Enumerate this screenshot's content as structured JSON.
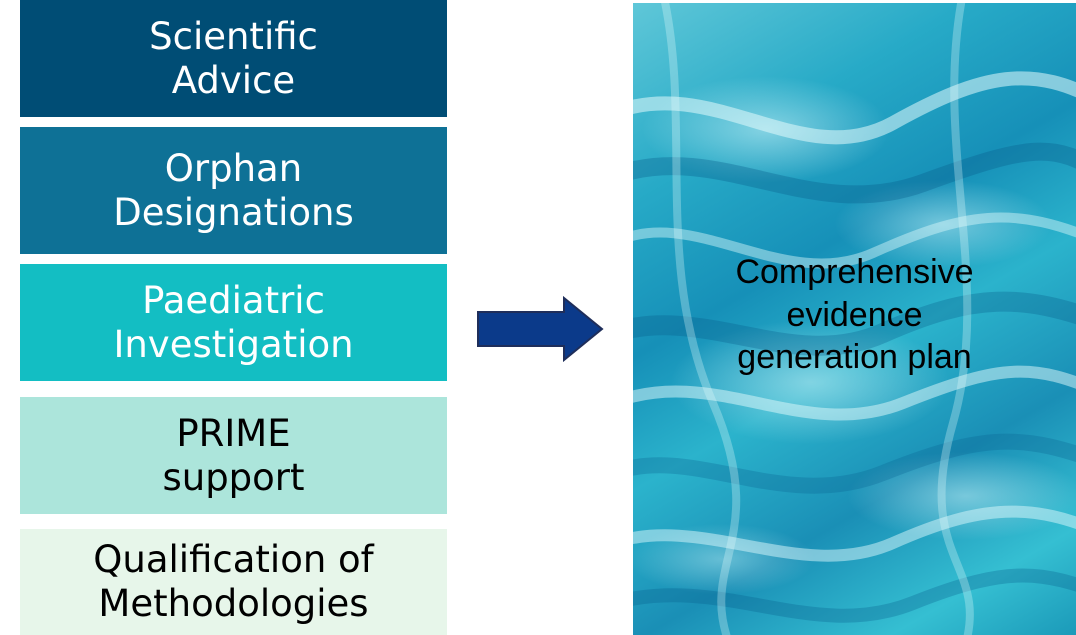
{
  "boxes": [
    {
      "label": "Scientific\nAdvice",
      "bg": "#004d75",
      "color": "#ffffff"
    },
    {
      "label": "Orphan\nDesignations",
      "bg": "#0e7196",
      "color": "#ffffff"
    },
    {
      "label": "Paediatric\nInvestigation",
      "bg": "#13bec3",
      "color": "#ffffff"
    },
    {
      "label": "PRIME\nsupport",
      "bg": "#ace5db",
      "color": "#000000"
    },
    {
      "label": "Qualification of\nMethodologies",
      "bg": "#e7f6ea",
      "color": "#000000"
    }
  ],
  "arrow": {
    "color": "#0b3a8a",
    "icon": "right-arrow-icon"
  },
  "outcome": {
    "label": "Comprehensive\nevidence\ngeneration plan"
  }
}
